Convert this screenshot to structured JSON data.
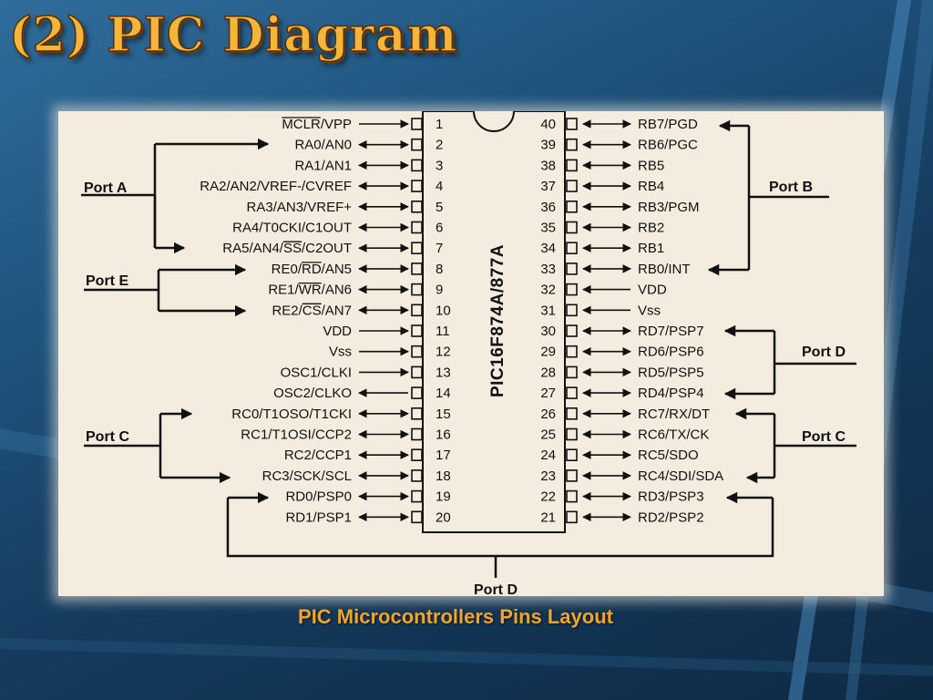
{
  "slide": {
    "title": "(2) PIC Diagram",
    "caption": "PIC Microcontrollers Pins Layout",
    "colors": {
      "title": "#f3b53a",
      "caption": "#f2a52a",
      "panel": "#f4ecdf",
      "background": "#1d4f78"
    }
  },
  "chip": {
    "part": "PIC16F874A/877A",
    "left_pins": [
      {
        "n": "1",
        "label": "MCLR/VPP",
        "dir": "in"
      },
      {
        "n": "2",
        "label": "RA0/AN0",
        "dir": "bi"
      },
      {
        "n": "3",
        "label": "RA1/AN1",
        "dir": "bi"
      },
      {
        "n": "4",
        "label": "RA2/AN2/VREF-/CVREF",
        "dir": "bi"
      },
      {
        "n": "5",
        "label": "RA3/AN3/VREF+",
        "dir": "bi"
      },
      {
        "n": "6",
        "label": "RA4/T0CKI/C1OUT",
        "dir": "bi"
      },
      {
        "n": "7",
        "label": "RA5/AN4/SS/C2OUT",
        "dir": "bi"
      },
      {
        "n": "8",
        "label": "RE0/RD/AN5",
        "dir": "bi"
      },
      {
        "n": "9",
        "label": "RE1/WR/AN6",
        "dir": "bi"
      },
      {
        "n": "10",
        "label": "RE2/CS/AN7",
        "dir": "bi"
      },
      {
        "n": "11",
        "label": "VDD",
        "dir": "in"
      },
      {
        "n": "12",
        "label": "Vss",
        "dir": "in"
      },
      {
        "n": "13",
        "label": "OSC1/CLKI",
        "dir": "in"
      },
      {
        "n": "14",
        "label": "OSC2/CLKO",
        "dir": "out"
      },
      {
        "n": "15",
        "label": "RC0/T1OSO/T1CKI",
        "dir": "bi"
      },
      {
        "n": "16",
        "label": "RC1/T1OSI/CCP2",
        "dir": "bi"
      },
      {
        "n": "17",
        "label": "RC2/CCP1",
        "dir": "bi"
      },
      {
        "n": "18",
        "label": "RC3/SCK/SCL",
        "dir": "bi"
      },
      {
        "n": "19",
        "label": "RD0/PSP0",
        "dir": "bi"
      },
      {
        "n": "20",
        "label": "RD1/PSP1",
        "dir": "bi"
      }
    ],
    "right_pins": [
      {
        "n": "40",
        "label": "RB7/PGD",
        "dir": "bi"
      },
      {
        "n": "39",
        "label": "RB6/PGC",
        "dir": "bi"
      },
      {
        "n": "38",
        "label": "RB5",
        "dir": "bi"
      },
      {
        "n": "37",
        "label": "RB4",
        "dir": "bi"
      },
      {
        "n": "36",
        "label": "RB3/PGM",
        "dir": "bi"
      },
      {
        "n": "35",
        "label": "RB2",
        "dir": "bi"
      },
      {
        "n": "34",
        "label": "RB1",
        "dir": "bi"
      },
      {
        "n": "33",
        "label": "RB0/INT",
        "dir": "bi"
      },
      {
        "n": "32",
        "label": "VDD",
        "dir": "in"
      },
      {
        "n": "31",
        "label": "Vss",
        "dir": "in"
      },
      {
        "n": "30",
        "label": "RD7/PSP7",
        "dir": "bi"
      },
      {
        "n": "29",
        "label": "RD6/PSP6",
        "dir": "bi"
      },
      {
        "n": "28",
        "label": "RD5/PSP5",
        "dir": "bi"
      },
      {
        "n": "27",
        "label": "RD4/PSP4",
        "dir": "bi"
      },
      {
        "n": "26",
        "label": "RC7/RX/DT",
        "dir": "bi"
      },
      {
        "n": "25",
        "label": "RC6/TX/CK",
        "dir": "bi"
      },
      {
        "n": "24",
        "label": "RC5/SDO",
        "dir": "bi"
      },
      {
        "n": "23",
        "label": "RC4/SDI/SDA",
        "dir": "bi"
      },
      {
        "n": "22",
        "label": "RD3/PSP3",
        "dir": "bi"
      },
      {
        "n": "21",
        "label": "RD2/PSP2",
        "dir": "bi"
      }
    ]
  },
  "ports": {
    "port_a": "Port A",
    "port_e": "Port E",
    "port_c_left": "Port C",
    "port_b": "Port B",
    "port_d_right": "Port D",
    "port_c_right": "Port C",
    "port_d_bottom": "Port D"
  }
}
